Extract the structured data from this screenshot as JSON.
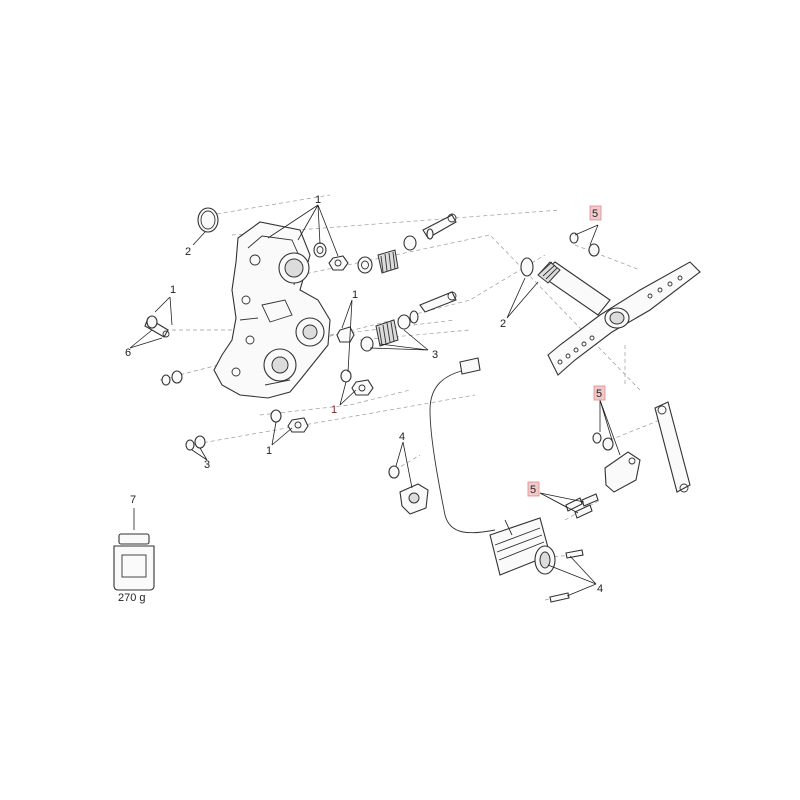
{
  "callouts": {
    "c1_top": "1",
    "c1_left": "1",
    "c1_mid": "1",
    "c1_lower_red": "1",
    "c1_bottom_green": "1",
    "c2_left": "2",
    "c2_shaft": "2",
    "c3_gears": "3",
    "c3_bottom": "3",
    "c4_bracket": "4",
    "c4_motor": "4",
    "c5_top": "5",
    "c5_right": "5",
    "c5_bolts": "5",
    "c6_left": "6",
    "c7_grease": "7"
  },
  "grease": {
    "weight_label": "270 g"
  },
  "colors": {
    "highlight_fill": "#f2c9c9",
    "highlight_stroke": "#d98a8a",
    "line": "#333333",
    "dashed": "#9a9a9a"
  }
}
